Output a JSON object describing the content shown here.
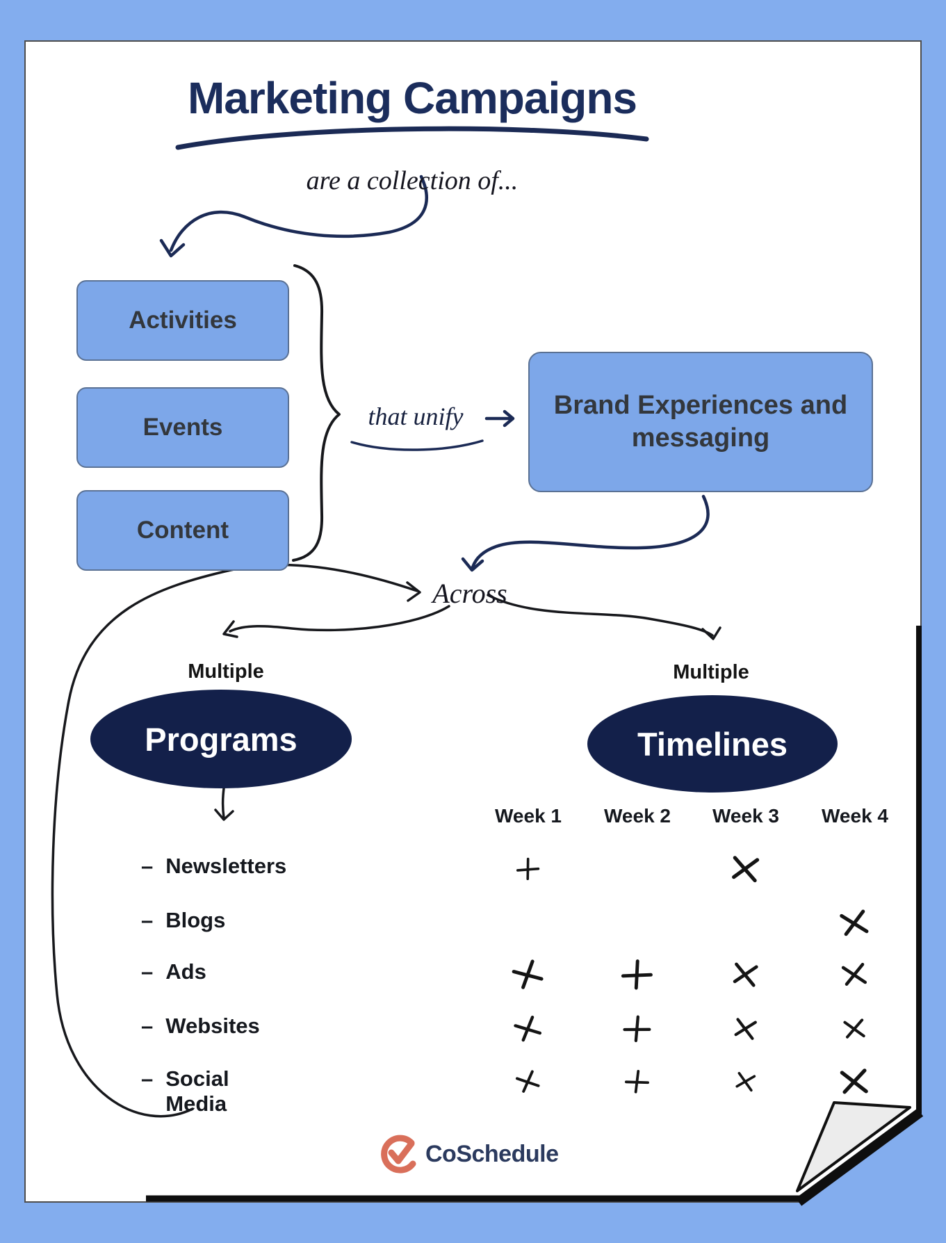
{
  "page": {
    "title": "Marketing Campaigns",
    "subtitle": "are a collection of...",
    "collection_boxes": [
      "Activities",
      "Events",
      "Content"
    ],
    "unify_label": "that unify",
    "brand_box_label": "Brand Experiences and messaging",
    "across_label": "Across",
    "programs": {
      "qualifier": "Multiple",
      "title": "Programs",
      "bullet": "–",
      "items": [
        "Newsletters",
        "Blogs",
        "Ads",
        "Websites",
        "Social Media"
      ]
    },
    "timelines": {
      "qualifier": "Multiple",
      "title": "Timelines",
      "weeks": [
        "Week 1",
        "Week 2",
        "Week 3",
        "Week 4"
      ],
      "schedule": [
        {
          "program": "Newsletters",
          "marks": [
            true,
            false,
            true,
            false
          ]
        },
        {
          "program": "Blogs",
          "marks": [
            false,
            false,
            false,
            true
          ]
        },
        {
          "program": "Ads",
          "marks": [
            true,
            true,
            true,
            true
          ]
        },
        {
          "program": "Websites",
          "marks": [
            true,
            true,
            true,
            true
          ]
        },
        {
          "program": "Social Media",
          "marks": [
            true,
            true,
            true,
            true
          ]
        }
      ]
    },
    "footer": {
      "brand": "CoSchedule"
    },
    "colors": {
      "background": "#83adee",
      "box_fill": "#7da7e9",
      "box_border": "#5a7194",
      "title_navy": "#1b2d5c",
      "ellipse_navy": "#13204a",
      "ink": "#17181c",
      "logo_salmon": "#d96f5a",
      "fold_gray": "#ececec"
    }
  }
}
